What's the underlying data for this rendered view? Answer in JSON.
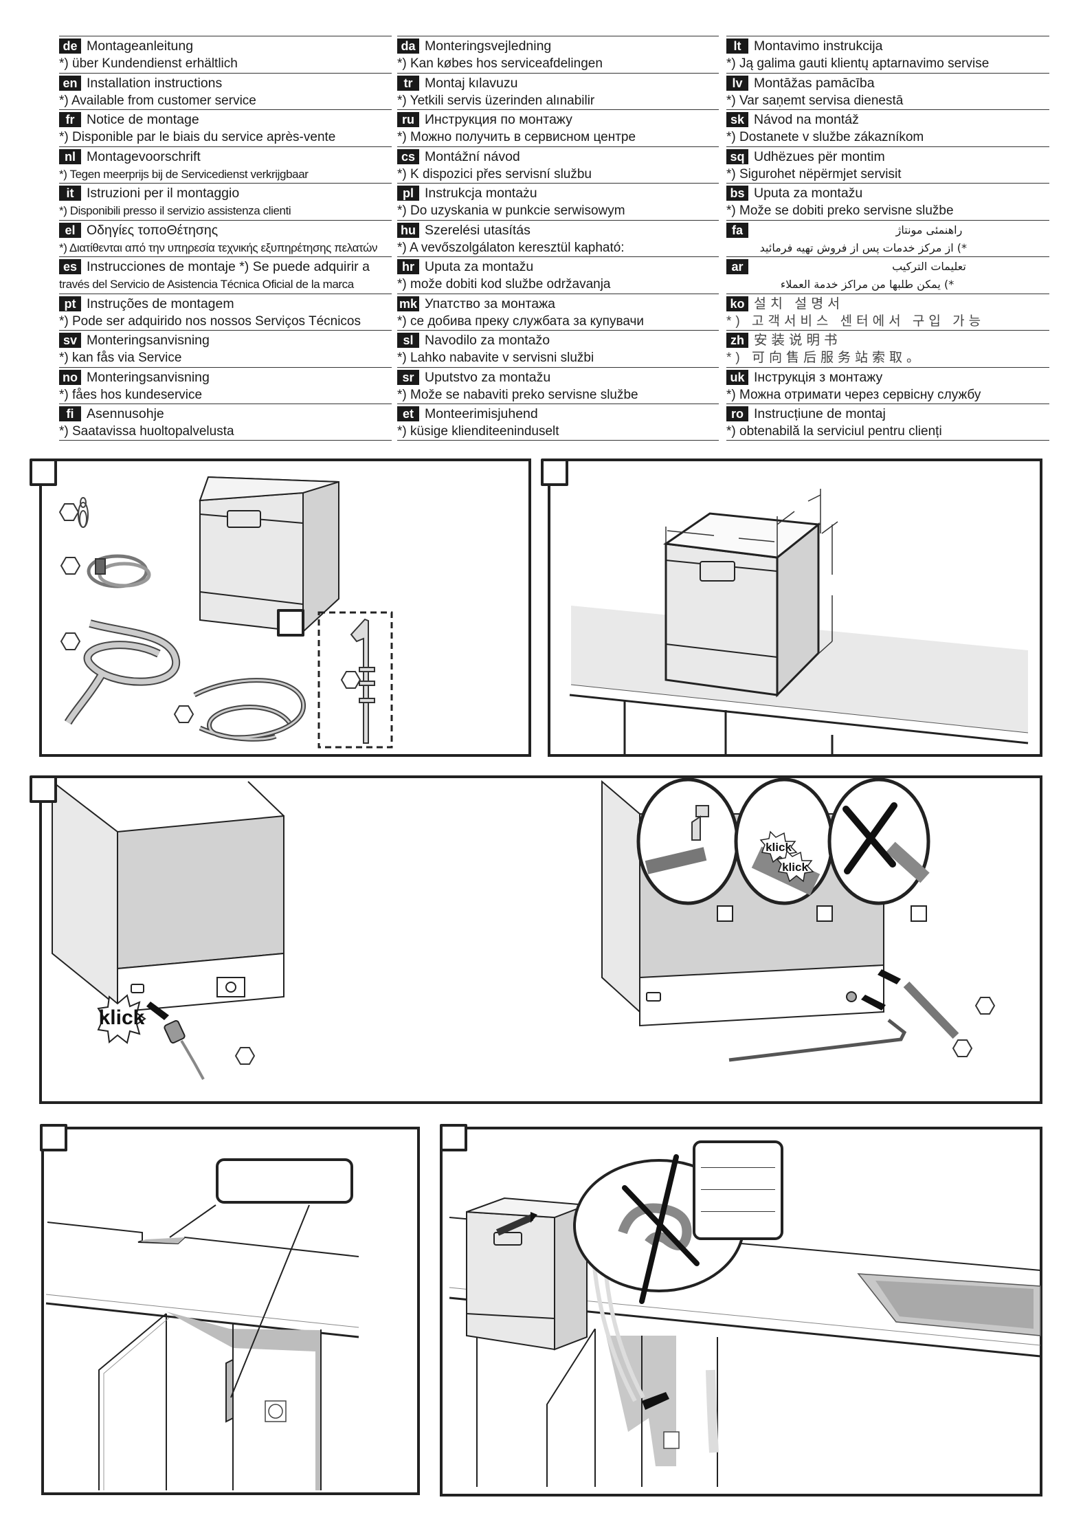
{
  "languages": {
    "columns": [
      [
        {
          "code": "de",
          "title": "Montageanleitung",
          "note": "*) über Kundendienst erhältlich"
        },
        {
          "code": "en",
          "title": "Installation instructions",
          "note": "*) Available from customer service"
        },
        {
          "code": "fr",
          "title": "Notice de montage",
          "note": "*) Disponible par le biais du service après-vente"
        },
        {
          "code": "nl",
          "title": "Montagevoorschrift",
          "note": "*) Tegen meerprijs bij de Servicedienst verkrijgbaar"
        },
        {
          "code": "it",
          "title": "Istruzioni per il montaggio",
          "note": "*) Disponibili presso il servizio assistenza clienti"
        },
        {
          "code": "el",
          "title": "Οδηγίες τοποΘέτησης",
          "note": "*) Διατίθενται από την υπηρεσία τεχνικής εξυπηρέτησης πελατών"
        },
        {
          "code": "es",
          "title": "Instrucciones de montaje    *) Se puede adquirir a",
          "note": "través del Servicio de Asistencia Técnica Oficial de la marca"
        },
        {
          "code": "pt",
          "title": "Instruções de montagem",
          "note": "*) Pode ser adquirido nos nossos Serviços Técnicos"
        },
        {
          "code": "sv",
          "title": "Monteringsanvisning",
          "note": "*) kan fås via Service"
        },
        {
          "code": "no",
          "title": "Monteringsanvisning",
          "note": "*) fåes hos kundeservice"
        },
        {
          "code": "fi",
          "title": "Asennusohje",
          "note": "*) Saatavissa huoltopalvelusta"
        }
      ],
      [
        {
          "code": "da",
          "title": "Monteringsvejledning",
          "note": "*) Kan købes hos serviceafdelingen"
        },
        {
          "code": "tr",
          "title": "Montaj kılavuzu",
          "note": "*) Yetkili servis üzerinden alınabilir"
        },
        {
          "code": "ru",
          "title": "Инструкция по монтажу",
          "note": "*) Можно получить в сервисном центре"
        },
        {
          "code": "cs",
          "title": "Montážní návod",
          "note": "*) K dispozici přes servisní službu"
        },
        {
          "code": "pl",
          "title": "Instrukcja montażu",
          "note": "*) Do uzyskania w punkcie serwisowym"
        },
        {
          "code": "hu",
          "title": "Szerelési utasítás",
          "note": "*) A vevőszolgálaton keresztül kapható:"
        },
        {
          "code": "hr",
          "title": "Uputa za montažu",
          "note": "*) može dobiti kod službe održavanja"
        },
        {
          "code": "mk",
          "title": "Упатство за монтажа",
          "note": "*) се добива преку службата за купувачи"
        },
        {
          "code": "sl",
          "title": "Navodilo za montažo",
          "note": "*) Lahko nabavite v servisni službi"
        },
        {
          "code": "sr",
          "title": "Uputstvo za montažu",
          "note": "*) Može se nabaviti preko servisne službe"
        },
        {
          "code": "et",
          "title": "Monteerimisjuhend",
          "note": "*) küsige klienditeeninduselt"
        }
      ],
      [
        {
          "code": "lt",
          "title": "Montavimo instrukcija",
          "note": "*) Ją galima gauti klientų aptarnavimo servise"
        },
        {
          "code": "lv",
          "title": "Montāžas pamācība",
          "note": "*) Var saņemt servisa dienestā"
        },
        {
          "code": "sk",
          "title": "Návod na montáž",
          "note": "*) Dostanete v službe zákazníkom"
        },
        {
          "code": "sq",
          "title": "Udhëzues për montim",
          "note": "*) Sigurohet nëpërmjet servisit"
        },
        {
          "code": "bs",
          "title": "Uputa za montažu",
          "note": "*) Može se dobiti preko servisne službe"
        },
        {
          "code": "fa",
          "title": "راهنمئى مونتاژ",
          "note": "*) از مرکز خدمات پس از فروش تهیه فرمائید",
          "rtl": true
        },
        {
          "code": "ar",
          "title": "تعليمات التركيب",
          "note": "*) يمكن طلبها من مراكز خدمة العملاء",
          "rtl": true
        },
        {
          "code": "ko",
          "title": "설치 설명서",
          "note": "*) 고객서비스 센터에서 구입 가능",
          "cjk": true
        },
        {
          "code": "zh",
          "title": "安装说明书",
          "note": "*) 可向售后服务站索取。",
          "cjk": true
        },
        {
          "code": "uk",
          "title": "Інструкція з монтажу",
          "note": "*) Можна отримати через сервісну службу"
        },
        {
          "code": "ro",
          "title": "Instrucțiune de montaj",
          "note": "*) obtenabilă la serviciul pentru clienți"
        }
      ]
    ]
  },
  "illustrations": {
    "click_sound_label": "klick",
    "panels": [
      {
        "id": "accessories",
        "description": "Dishwasher with supplied accessories: hose clip, power cable, drain hose, inlet hose, drain hose holder (optional)"
      },
      {
        "id": "dimensions",
        "description": "Dishwasher on countertop with width, depth and height dimension lines"
      },
      {
        "id": "power-connection",
        "description": "Plug power cable into back of appliance until it clicks"
      },
      {
        "id": "hose-connection",
        "description": "Rinse, click-fit and check drain/inlet hose connections at back of appliance"
      },
      {
        "id": "cabinet-cutout",
        "description": "Countertop cut-out for hoses above cabinet with socket"
      },
      {
        "id": "final-placement",
        "description": "Push appliance into position; do not kink hoses; connect to sink drain and tap"
      }
    ],
    "colors": {
      "line": "#222222",
      "appliance_front": "#e9e9e9",
      "appliance_side": "#d2d2d2",
      "shadow": "#bdbdbd"
    }
  }
}
